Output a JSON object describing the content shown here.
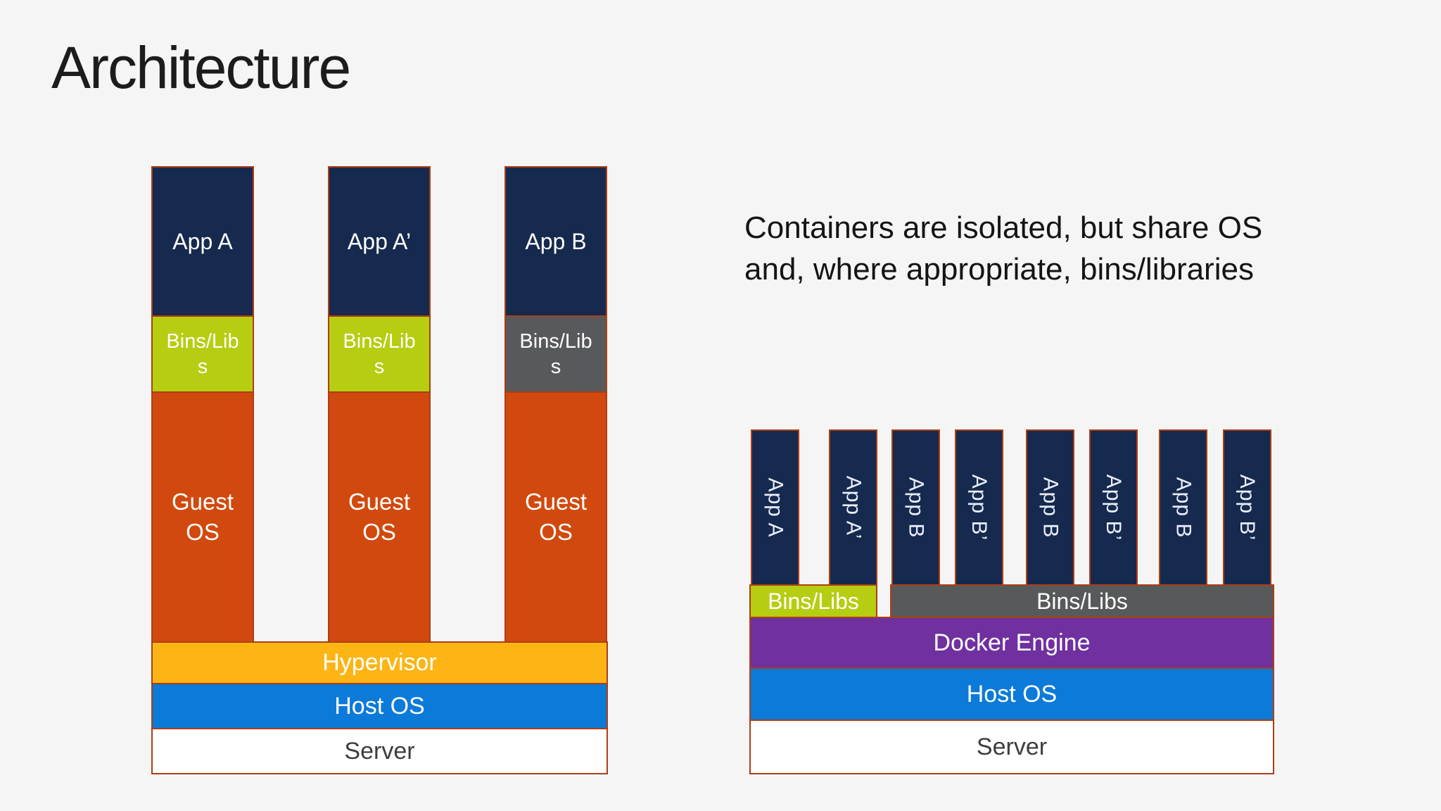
{
  "slide": {
    "title": "Architecture"
  },
  "note": {
    "text": "Containers are isolated, but share OS and, where appropriate, bins/libraries"
  },
  "vm_diagram": {
    "stacks": [
      {
        "app": "App A",
        "bins": "Bins/Libs",
        "bins_style": "green",
        "os": "Guest OS"
      },
      {
        "app": "App A’",
        "bins": "Bins/Libs",
        "bins_style": "green",
        "os": "Guest OS"
      },
      {
        "app": "App B",
        "bins": "Bins/Libs",
        "bins_style": "gray",
        "os": "Guest OS"
      }
    ],
    "layers": {
      "hypervisor": "Hypervisor",
      "host_os": "Host OS",
      "server": "Server"
    }
  },
  "container_diagram": {
    "apps": [
      "App A",
      "App A’",
      "App B",
      "App B’",
      "App B",
      "App B’",
      "App B",
      "App B’"
    ],
    "bins_shared_a": "Bins/Libs",
    "bins_shared_b": "Bins/Libs",
    "layers": {
      "docker": "Docker Engine",
      "host_os": "Host OS",
      "server": "Server"
    }
  },
  "colors": {
    "background": "#f6f5f5",
    "app_navy": "#16294f",
    "bins_green": "#b6cd11",
    "bins_gray": "#58595b",
    "guest_os_red": "#d1490e",
    "hypervisor_amber": "#fcb515",
    "host_os_blue": "#0c7ad8",
    "docker_purple": "#7030a0",
    "server_white": "#ffffff",
    "outline_rust": "#ae3e12",
    "title_text": "#1c1c1c"
  }
}
